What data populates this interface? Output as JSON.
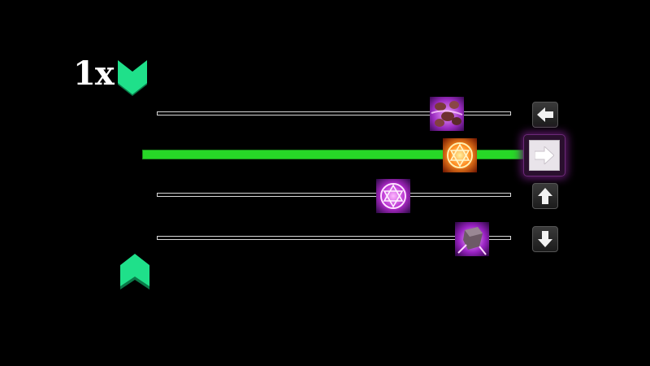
{
  "speed": {
    "label": "1x"
  },
  "colors": {
    "accent": "#1fe08a",
    "active_lane": "#27d827",
    "track_border": "#d8d8d8",
    "background": "#000000"
  },
  "lanes": [
    {
      "direction": "left",
      "key_icon": "arrow-left-icon",
      "skill_icon": "purple-stones-skill-icon",
      "active": false,
      "marker_progress": 0.79
    },
    {
      "direction": "right",
      "key_icon": "arrow-right-icon",
      "skill_icon": "fire-hexagram-skill-icon",
      "active": true,
      "marker_progress": 0.83
    },
    {
      "direction": "up",
      "key_icon": "arrow-up-icon",
      "skill_icon": "purple-hexagram-skill-icon",
      "active": false,
      "marker_progress": 0.64
    },
    {
      "direction": "down",
      "key_icon": "arrow-down-icon",
      "skill_icon": "purple-fist-skill-icon",
      "active": false,
      "marker_progress": 0.86
    }
  ],
  "icons": {
    "speed_down": "chevron-down-icon",
    "speed_up": "chevron-up-icon"
  }
}
